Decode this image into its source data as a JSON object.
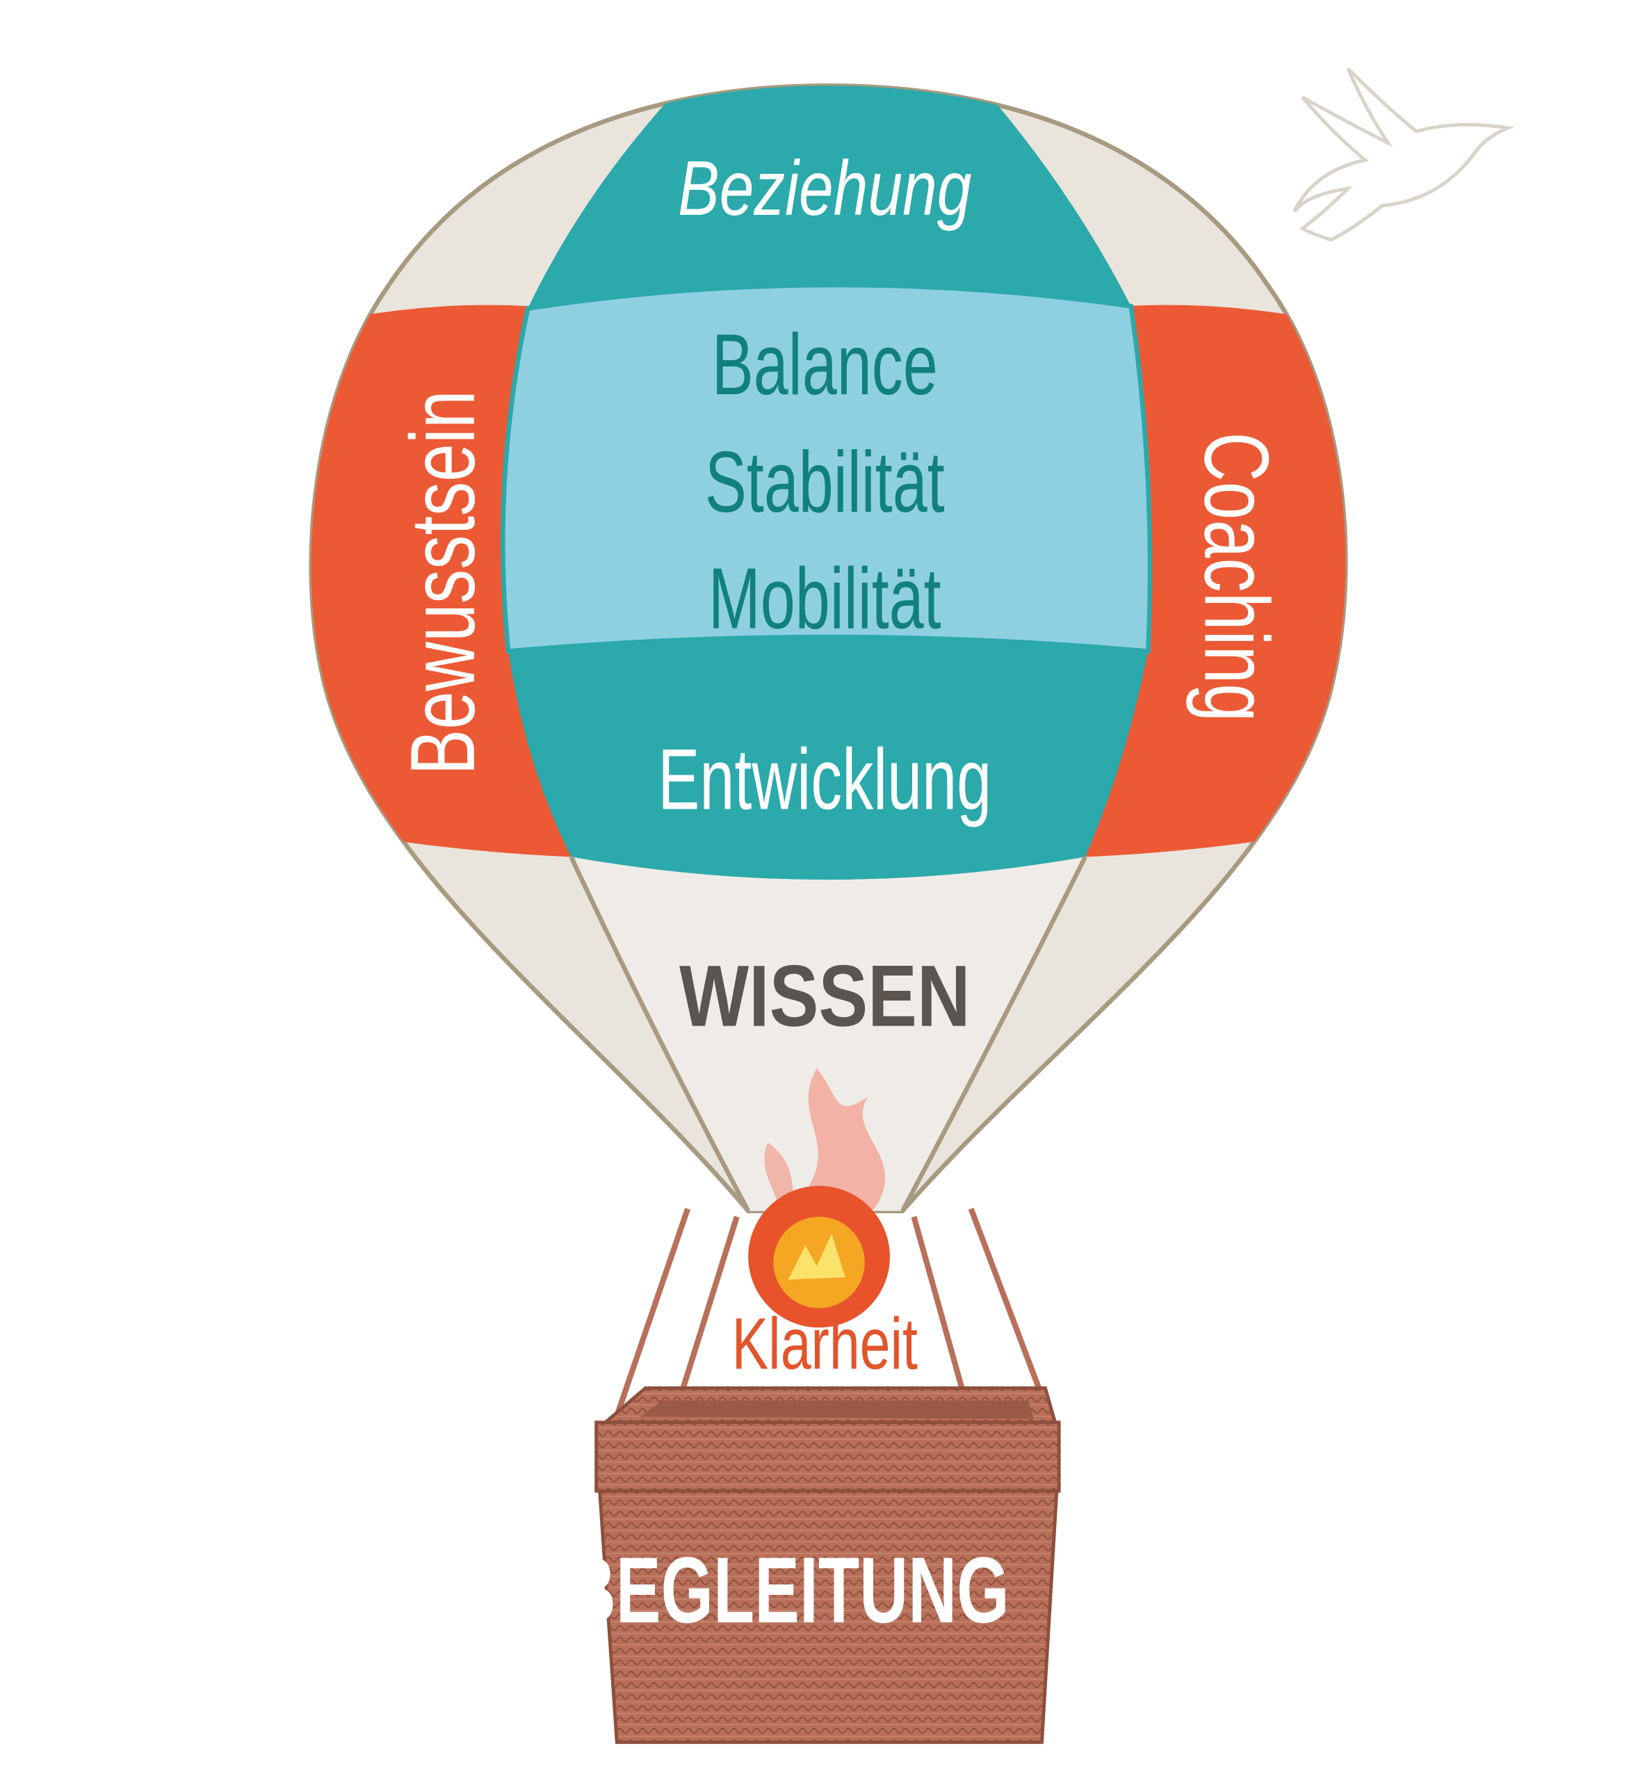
{
  "balloon": {
    "top_label": "Beziehung",
    "center_labels": [
      "Balance",
      "Stabilität",
      "Mobilität"
    ],
    "band_label": "Entwicklung",
    "left_label": "Bewusstsein",
    "right_label": "Coaching",
    "bottom_label": "WISSEN"
  },
  "burner": {
    "label": "Klarheit"
  },
  "basket": {
    "label": "BEGLEITUNG"
  },
  "decor": {
    "bird_icon": "dove-icon",
    "flame_icon": "flame-icon"
  },
  "colors": {
    "teal": "#2ba9ab",
    "light_blue": "#8fd0e0",
    "orange": "#ec5a35",
    "canvas": "#e9e4dc",
    "dark_teal_text": "#11807f",
    "wissen_text": "#5b5550",
    "klarheit_text": "#e2542a",
    "basket": "#b8705a",
    "outline": "#a89a80"
  }
}
